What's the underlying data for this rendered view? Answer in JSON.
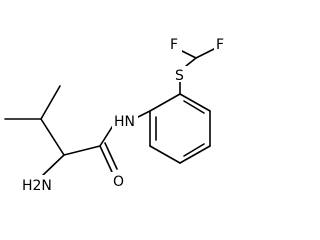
{
  "molecule": {
    "atoms": {
      "f1": "F",
      "f2": "F",
      "s": "S",
      "nh": "HN",
      "nh2": "H2N",
      "o": "O"
    }
  },
  "colors": {
    "bond": "#000000",
    "label": "#000000",
    "background": "#ffffff"
  }
}
